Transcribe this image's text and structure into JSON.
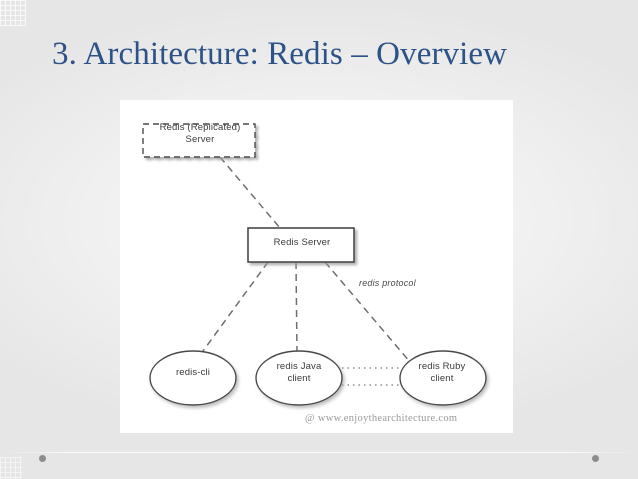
{
  "slide": {
    "title": "3. Architecture: Redis – Overview",
    "title_color": "#2d5288",
    "background_color": "#ededed"
  },
  "decor": {
    "dot_color": "#7b7b7b"
  },
  "diagram": {
    "canvas_color": "#ffffff",
    "watermark": "@ www.enjoythearchitecture.com",
    "edge_label": "redis protocol",
    "nodes": [
      {
        "id": "replicated-server",
        "label": "Redis (Replicated)\nServer",
        "shape": "rect",
        "border": "dashed"
      },
      {
        "id": "redis-server",
        "label": "Redis Server",
        "shape": "rect",
        "border": "solid"
      },
      {
        "id": "redis-cli",
        "label": "redis-cli",
        "shape": "ellipse",
        "border": "solid"
      },
      {
        "id": "redis-java-client",
        "label": "redis Java\nclient",
        "shape": "ellipse",
        "border": "solid"
      },
      {
        "id": "redis-ruby-client",
        "label": "redis Ruby\nclient",
        "shape": "ellipse",
        "border": "solid"
      }
    ],
    "node_labels": {
      "replicated_server_line1": "Redis (Replicated)",
      "replicated_server_line2": "Server",
      "redis_server": "Redis Server",
      "redis_cli": "redis-cli",
      "java_client_line1": "redis Java",
      "java_client_line2": "client",
      "ruby_client_line1": "redis Ruby",
      "ruby_client_line2": "client"
    },
    "edges": [
      {
        "from": "replicated-server",
        "to": "redis-server",
        "style": "dashed"
      },
      {
        "from": "redis-server",
        "to": "redis-cli",
        "style": "dashed"
      },
      {
        "from": "redis-server",
        "to": "redis-java-client",
        "style": "dashed"
      },
      {
        "from": "redis-server",
        "to": "redis-ruby-client",
        "style": "dashed",
        "label": "redis protocol"
      },
      {
        "from": "redis-java-client",
        "to": "redis-ruby-client",
        "style": "dotted"
      },
      {
        "from": "redis-ruby-client",
        "to": "redis-java-client",
        "style": "dotted"
      }
    ]
  }
}
